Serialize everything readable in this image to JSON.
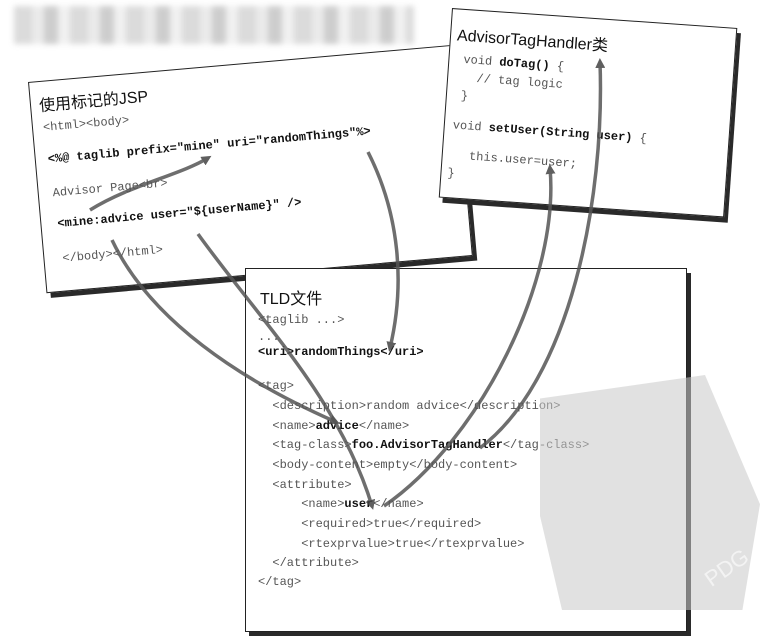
{
  "jsp": {
    "title": "使用标记的JSP",
    "lines": [
      "<html><body>",
      "<%@ taglib prefix=\"mine\" uri=\"randomThings\"%>",
      "Advisor Page<br>",
      "<mine:advice user=\"${userName}\" />",
      "</body></html>"
    ]
  },
  "handler": {
    "title": "AdvisorTagHandler类",
    "lines": [
      "void doTag() {",
      "  // tag logic",
      "}",
      "void setUser(String user) {",
      "  this.user=user;",
      "}"
    ]
  },
  "tld": {
    "title": "TLD文件",
    "lines": [
      "<taglib ...>",
      "...",
      "<uri>randomThings</uri>",
      "<tag>",
      "  <description>random advice</description>",
      "  <name>advice</name>",
      "  <tag-class>foo.AdvisorTagHandler</tag-class>",
      "  <body-content>empty</body-content>",
      "  <attribute>",
      "      <name>user</name>",
      "      <required>true</required>",
      "      <rtexprvalue>true</rtexprvalue>",
      "  </attribute>",
      "</tag>"
    ]
  },
  "watermark": "PDG"
}
